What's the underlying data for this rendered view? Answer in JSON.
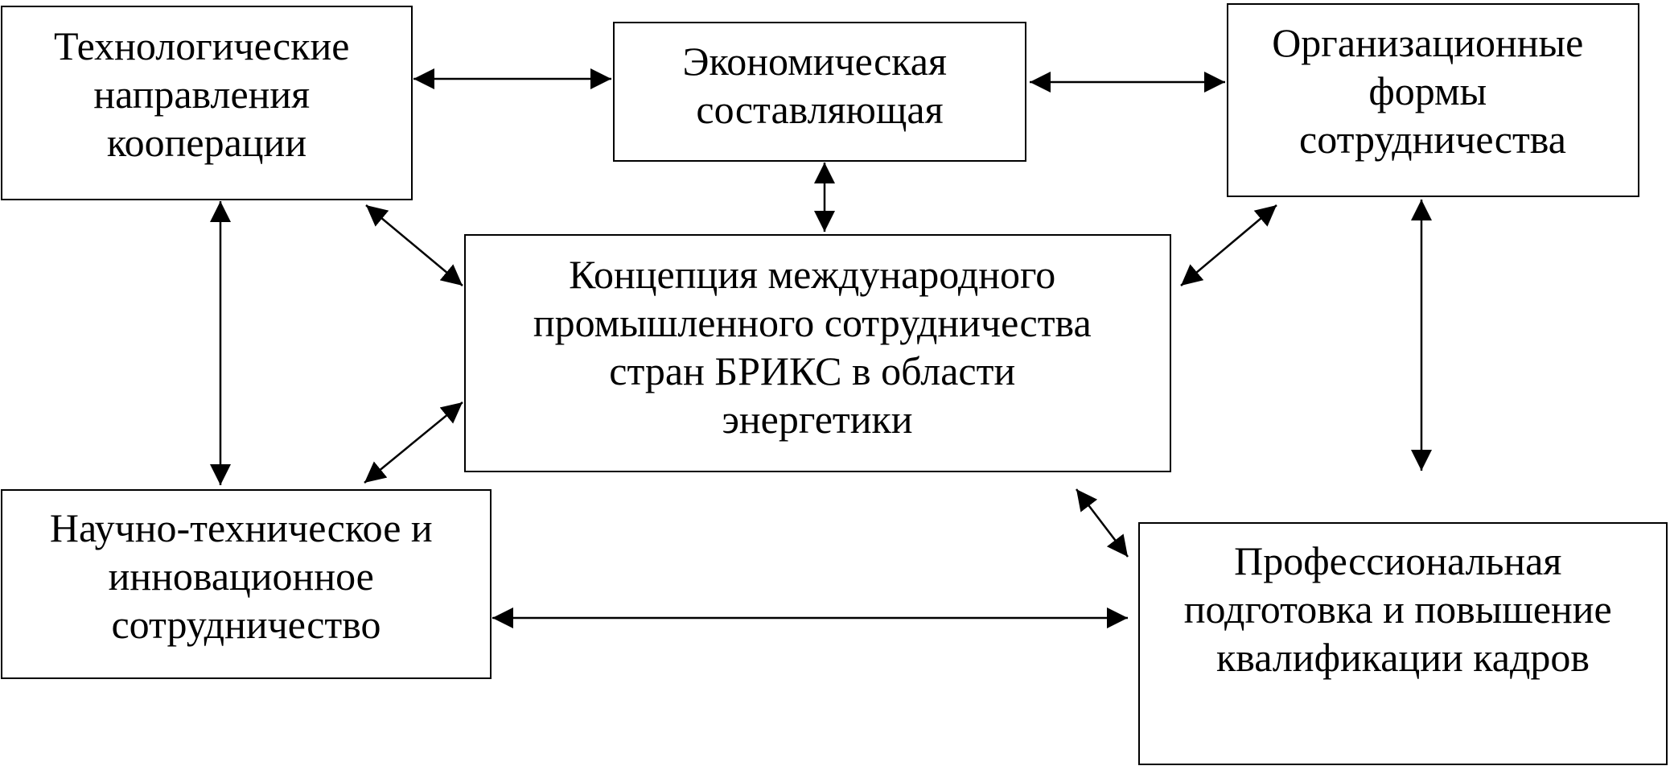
{
  "nodes": {
    "tech": {
      "lines": [
        "Технологические",
        "направления",
        "кооперации"
      ]
    },
    "econ": {
      "lines": [
        "Экономическая",
        "составляющая"
      ]
    },
    "org": {
      "lines": [
        "Организационные",
        "формы",
        "сотрудничества"
      ]
    },
    "concept": {
      "lines": [
        "Концепция международного",
        "промышленного сотрудничества",
        "стран БРИКС в области",
        "энергетики"
      ]
    },
    "science": {
      "lines": [
        "Научно-техническое и",
        "инновационное",
        "сотрудничество"
      ]
    },
    "training": {
      "lines": [
        "Профессиональная",
        "подготовка и повышение",
        "квалификации кадров"
      ]
    }
  },
  "edges": [
    {
      "from": "tech",
      "to": "econ",
      "direction": "both"
    },
    {
      "from": "econ",
      "to": "org",
      "direction": "both"
    },
    {
      "from": "econ",
      "to": "concept",
      "direction": "both"
    },
    {
      "from": "tech",
      "to": "concept",
      "direction": "both"
    },
    {
      "from": "org",
      "to": "concept",
      "direction": "both"
    },
    {
      "from": "tech",
      "to": "science",
      "direction": "both"
    },
    {
      "from": "science",
      "to": "concept",
      "direction": "both"
    },
    {
      "from": "org",
      "to": "training",
      "direction": "both"
    },
    {
      "from": "concept",
      "to": "training",
      "direction": "both"
    },
    {
      "from": "science",
      "to": "training",
      "direction": "both"
    }
  ],
  "colors": {
    "stroke": "#000000",
    "fill": "#ffffff",
    "text": "#000000"
  }
}
